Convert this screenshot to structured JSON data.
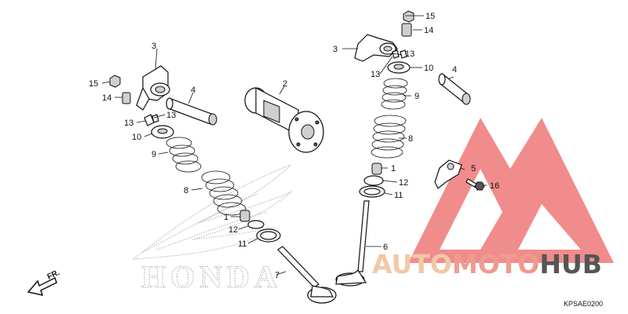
{
  "diagram": {
    "watermark_text": "HONDA",
    "direction_label": "FR.",
    "diagram_code": "KPSAE0200",
    "brand_logo": {
      "part1": "AUTO",
      "part2": "MOTO",
      "part3": "HUB",
      "colors": {
        "auto": "#f2c8a8",
        "moto": "#ef9b8e",
        "hub": "#555555",
        "triangle": "#f08080"
      }
    },
    "callouts": [
      {
        "id": "c-3-left",
        "num": "3"
      },
      {
        "id": "c-15-left",
        "num": "15"
      },
      {
        "id": "c-14-left",
        "num": "14"
      },
      {
        "id": "c-4-left",
        "num": "4"
      },
      {
        "id": "c-13a-left",
        "num": "13"
      },
      {
        "id": "c-13b-left",
        "num": "13"
      },
      {
        "id": "c-10-left",
        "num": "10"
      },
      {
        "id": "c-9-left",
        "num": "9"
      },
      {
        "id": "c-8-left",
        "num": "8"
      },
      {
        "id": "c-1-left",
        "num": "1"
      },
      {
        "id": "c-12-left",
        "num": "12"
      },
      {
        "id": "c-11-left",
        "num": "11"
      },
      {
        "id": "c-7",
        "num": "7"
      },
      {
        "id": "c-2",
        "num": "2"
      },
      {
        "id": "c-15-right",
        "num": "15"
      },
      {
        "id": "c-14-right",
        "num": "14"
      },
      {
        "id": "c-3-right",
        "num": "3"
      },
      {
        "id": "c-13a-right",
        "num": "13"
      },
      {
        "id": "c-13b-right",
        "num": "13"
      },
      {
        "id": "c-10-right",
        "num": "10"
      },
      {
        "id": "c-4-right",
        "num": "4"
      },
      {
        "id": "c-9-right",
        "num": "9"
      },
      {
        "id": "c-8-right",
        "num": "8"
      },
      {
        "id": "c-1-right",
        "num": "1"
      },
      {
        "id": "c-12-right",
        "num": "12"
      },
      {
        "id": "c-11-right",
        "num": "11"
      },
      {
        "id": "c-5",
        "num": "5"
      },
      {
        "id": "c-16",
        "num": "16"
      },
      {
        "id": "c-6",
        "num": "6"
      }
    ]
  }
}
